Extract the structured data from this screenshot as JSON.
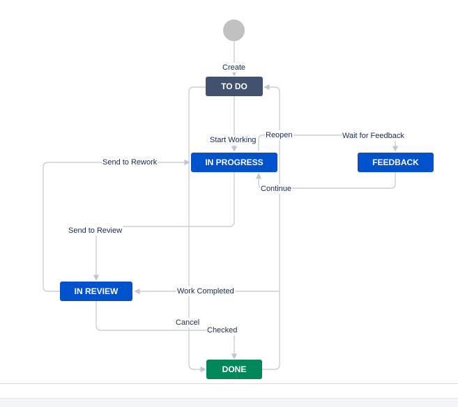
{
  "diagram": {
    "statuses": {
      "todo": "TO DO",
      "in_progress": "IN PROGRESS",
      "feedback": "FEEDBACK",
      "in_review": "IN REVIEW",
      "done": "DONE"
    },
    "transitions": {
      "create": "Create",
      "start_working": "Start Working",
      "reopen": "Reopen",
      "wait_for_feedback": "Wait for Feedback",
      "send_to_rework": "Send to Rework",
      "continue": "Continue",
      "send_to_review": "Send to Review",
      "work_completed": "Work Completed",
      "cancel": "Cancel",
      "checked": "Checked"
    },
    "colors": {
      "todo": "#42526e",
      "in_progress": "#0052cc",
      "done": "#00875a",
      "line": "#c1c7d0",
      "start": "#c1c1c1"
    }
  }
}
